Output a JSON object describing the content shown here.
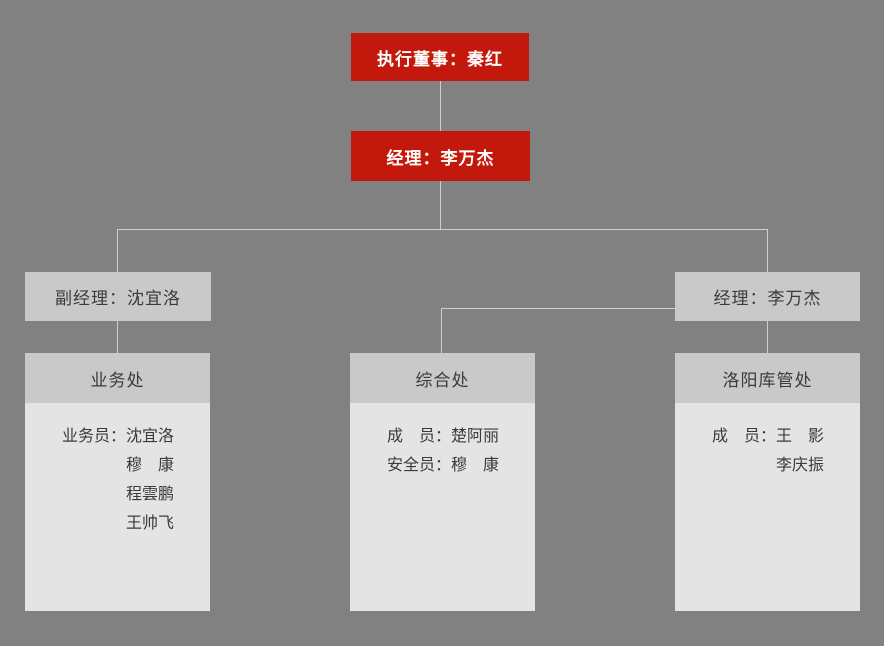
{
  "canvas": {
    "background_color": "#818181",
    "connector_color": "#cfcfcf",
    "accent_red": "#c2190c",
    "box_gray_header": "#c9c9c9",
    "box_gray_body": "#e4e4e4"
  },
  "nodes": {
    "executive": {
      "label": "执行董事：秦红"
    },
    "manager_top": {
      "label": "经理：李万杰"
    },
    "deputy_manager": {
      "label": "副经理：沈宜洛"
    },
    "manager_right": {
      "label": "经理：李万杰"
    }
  },
  "departments": [
    {
      "title": "业务处",
      "rows": [
        {
          "label": "业务员：",
          "name": "沈宜洛"
        },
        {
          "label": "",
          "name": "穆　康"
        },
        {
          "label": "",
          "name": "程雲鹏"
        },
        {
          "label": "",
          "name": "王帅飞"
        }
      ]
    },
    {
      "title": "综合处",
      "rows": [
        {
          "label": "成　员：",
          "name": "楚阿丽"
        },
        {
          "label": "安全员：",
          "name": "穆　康"
        }
      ]
    },
    {
      "title": "洛阳库管处",
      "rows": [
        {
          "label": "成　员：",
          "name": "王　影"
        },
        {
          "label": "",
          "name": "李庆振"
        }
      ]
    }
  ]
}
